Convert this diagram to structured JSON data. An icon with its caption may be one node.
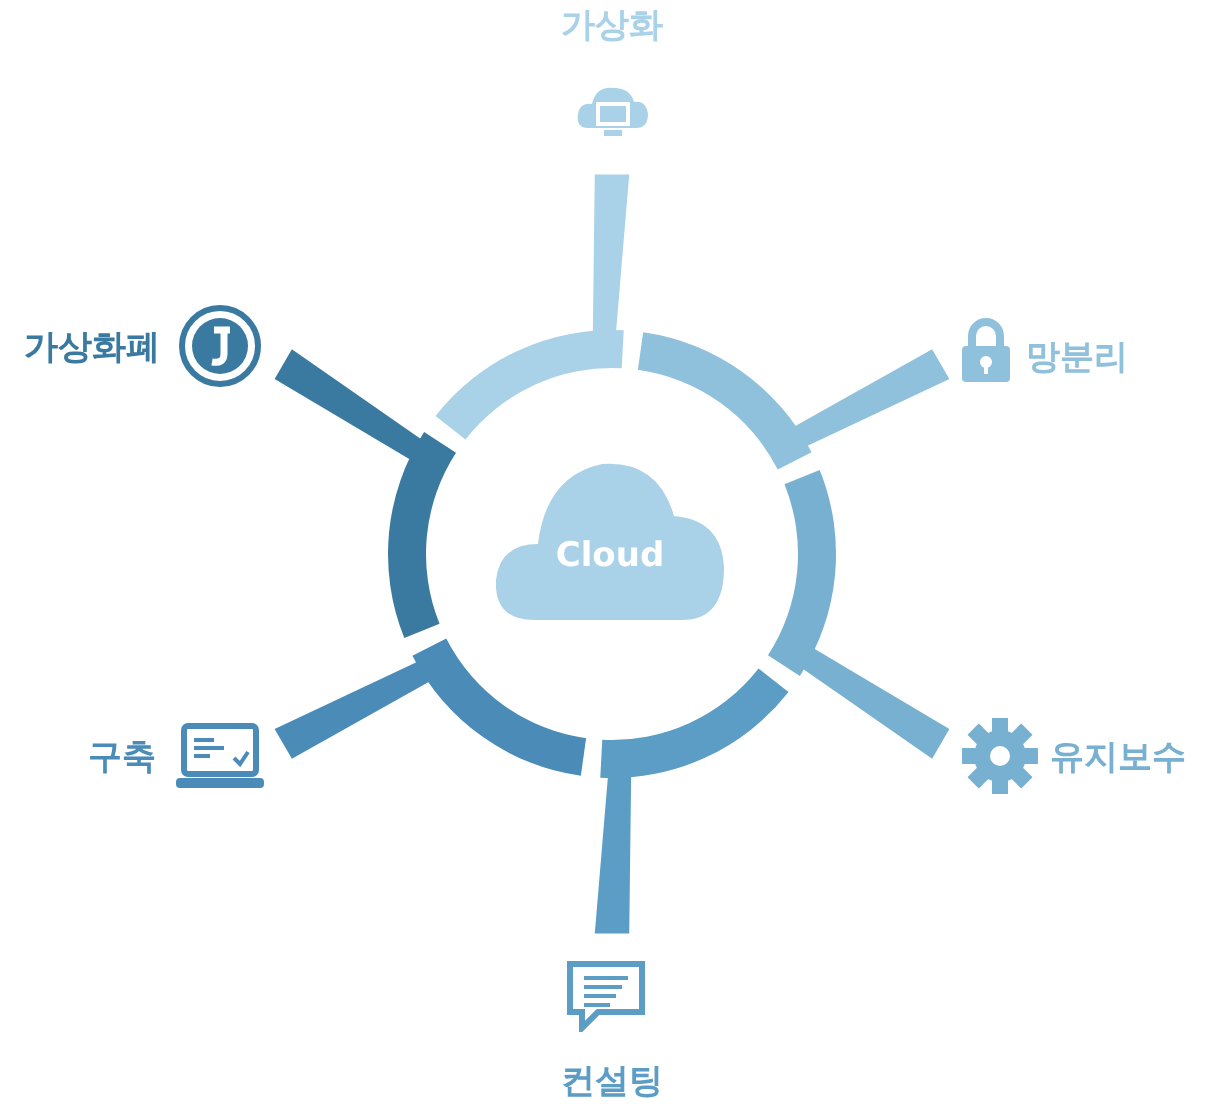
{
  "diagram": {
    "nodes": [
      {
        "text": [
          "Cloud"
        ]
      },
      {
        "text": [
          "가상화"
        ]
      },
      {
        "text": [
          "망분리"
        ]
      },
      {
        "text": [
          "유지보수"
        ]
      },
      {
        "text": [
          "컨설팅"
        ]
      },
      {
        "text": [
          "구축"
        ]
      },
      {
        "text": [
          "가상화폐"
        ]
      }
    ]
  }
}
